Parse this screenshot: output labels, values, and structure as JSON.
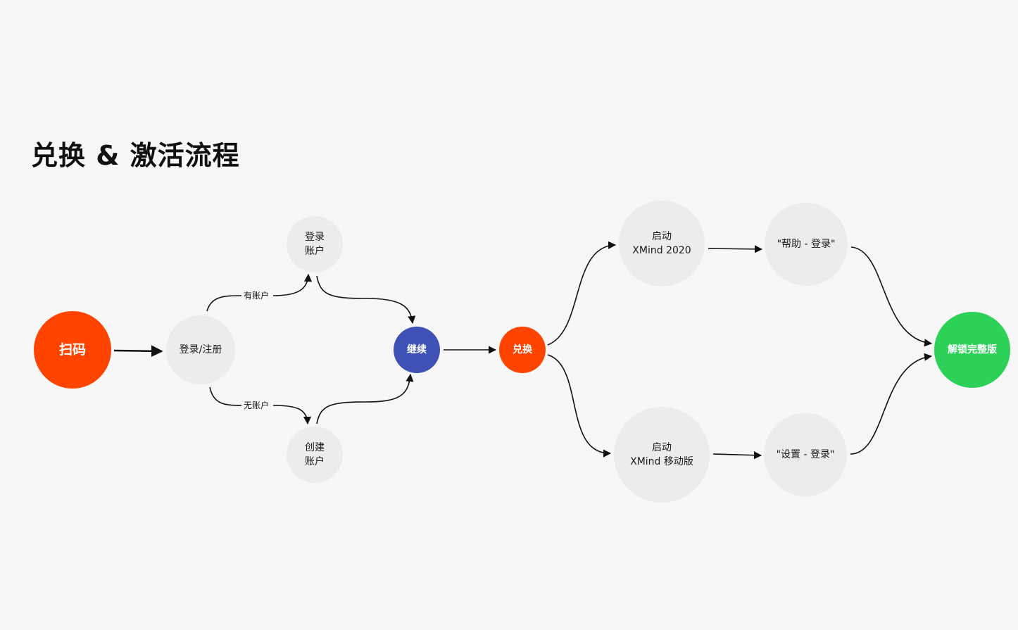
{
  "title": "兑换 & 激活流程",
  "nodes": {
    "scan": "扫码",
    "login_register": "登录/注册",
    "login_account": "登录\n账户",
    "create_account": "创建\n账户",
    "continue": "继续",
    "redeem": "兑换",
    "launch_desktop": "启动\nXMind 2020",
    "launch_mobile": "启动\nXMind 移动版",
    "help_login": "\"帮助 - 登录\"",
    "settings_login": "\"设置 - 登录\"",
    "unlock_full": "解锁完整版"
  },
  "edge_labels": {
    "has_account": "有账户",
    "no_account": "无账户"
  },
  "colors": {
    "orange": "#ff4400",
    "blue": "#3f51b5",
    "green": "#2ed158",
    "gray_node": "#ececec"
  }
}
